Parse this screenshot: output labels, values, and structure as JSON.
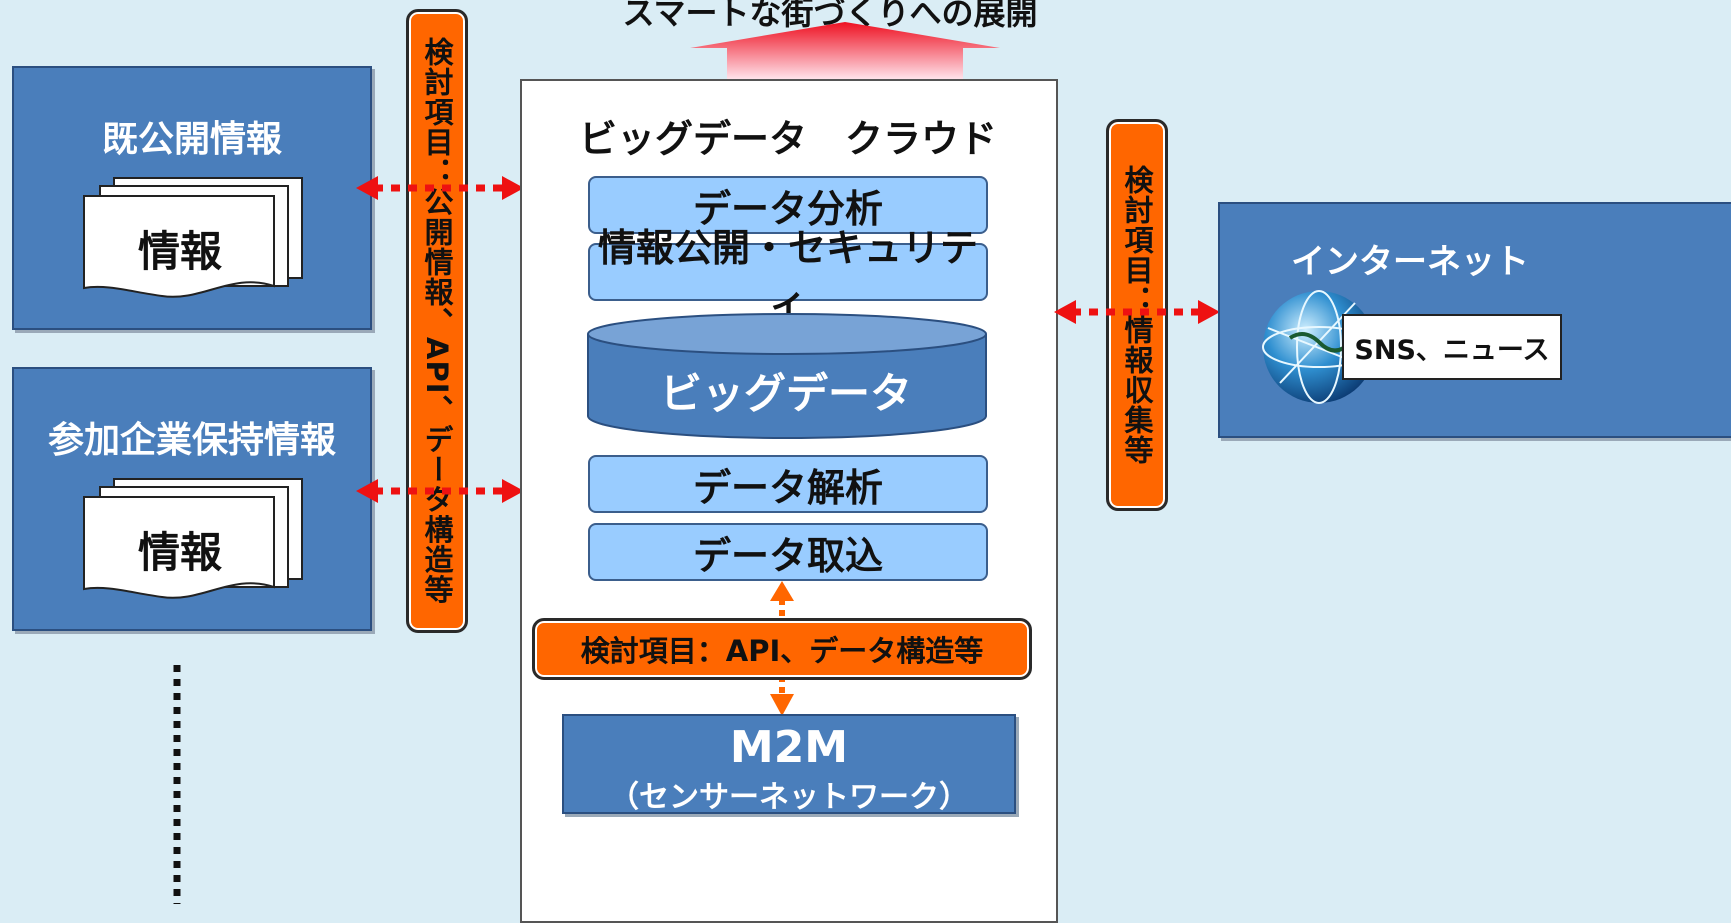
{
  "top": {
    "headline": "スマートな街づくりへの展開"
  },
  "left_boxes": [
    {
      "title": "既公開情報",
      "doc_label": "情報"
    },
    {
      "title": "参加企業保持情報",
      "doc_label": "情報"
    }
  ],
  "left_band": {
    "label": "検討項目：公開情報、API、データ構造等"
  },
  "cloud": {
    "title": "ビッグデータ　クラウド",
    "layers": [
      "データ分析",
      "情報公開・セキュリティ"
    ],
    "database": "ビッグデータ",
    "lower_layers": [
      "データ解析",
      "データ取込"
    ]
  },
  "bottom_band": {
    "label": "検討項目：API、データ構造等"
  },
  "m2m": {
    "title": "M2M",
    "subtitle": "（センサーネットワーク）"
  },
  "right_band": {
    "label": "検討項目：情報収集等"
  },
  "internet": {
    "title": "インターネット",
    "label": "SNS、ニュース"
  },
  "colors": {
    "box_blue": "#4a7ebb",
    "layer_blue": "#99ccff",
    "band_orange": "#ff6600",
    "arrow_red": "#ee1111",
    "arrow_orange": "#ff6600",
    "background": "#daedf5"
  }
}
